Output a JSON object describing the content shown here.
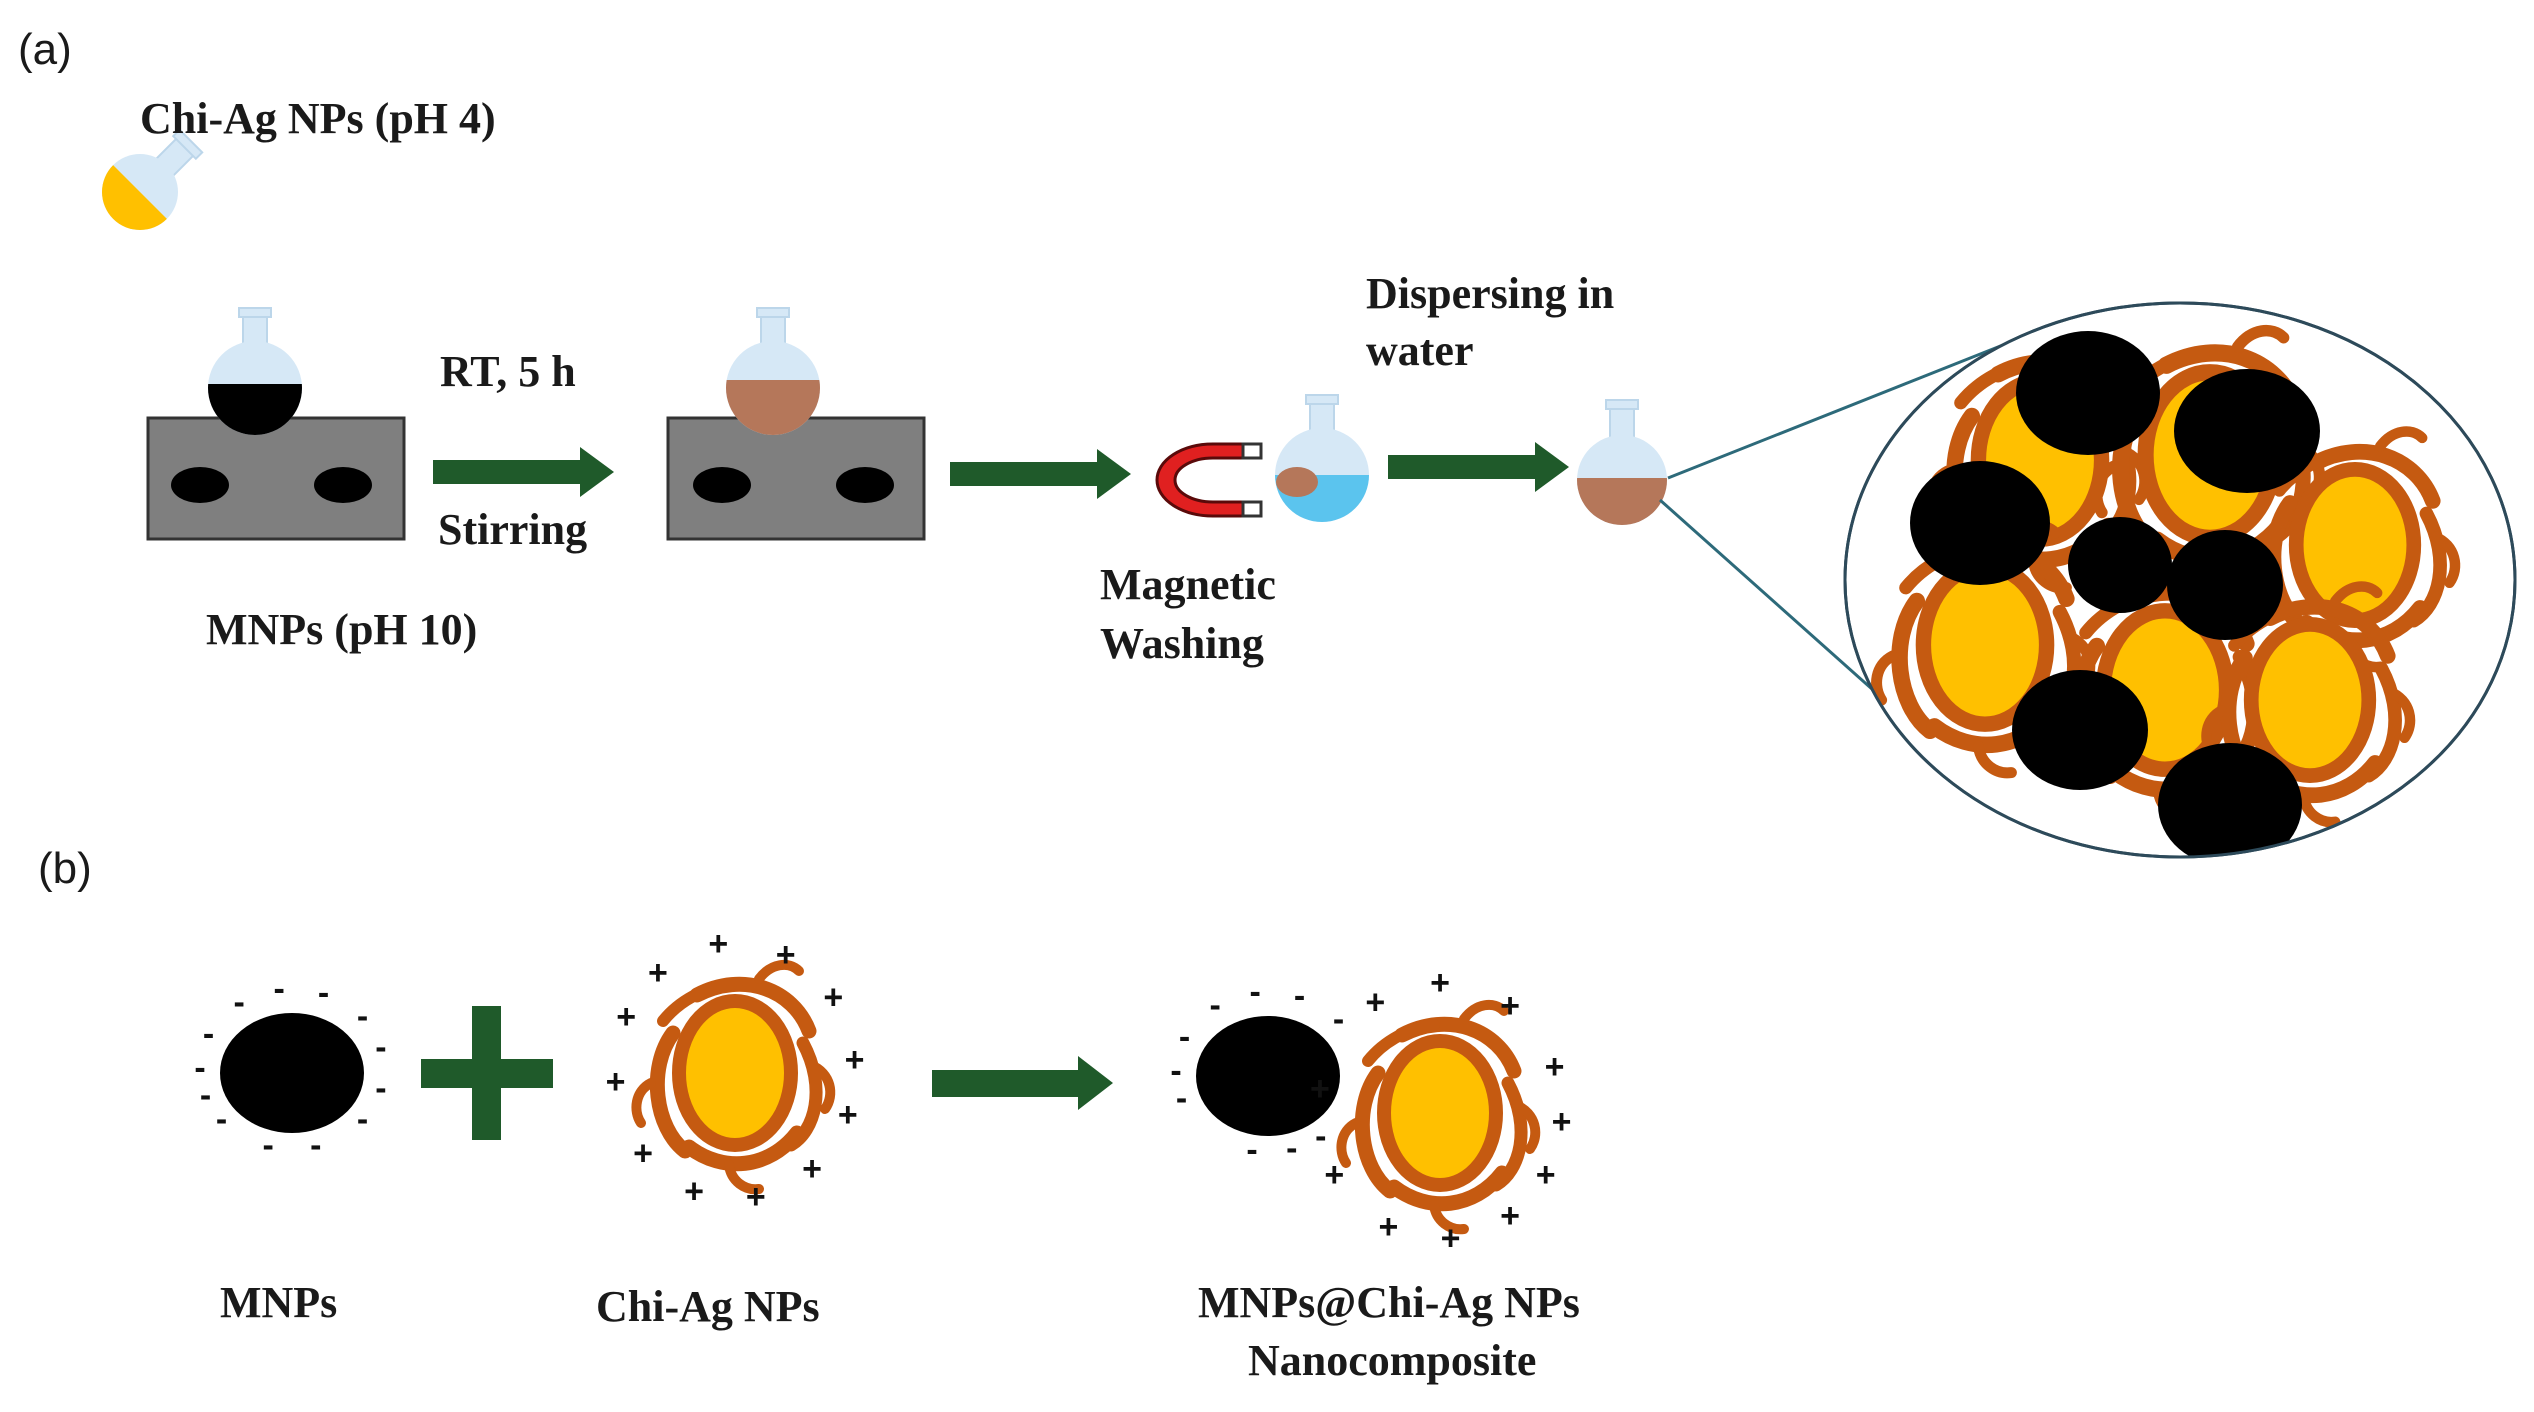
{
  "panel_a": {
    "label": "(a)",
    "chi_ag_label": "Chi-Ag NPs (pH 4)",
    "mnps_label": "MNPs (pH 10)",
    "step1_top": "RT, 5 h",
    "step1_bottom": "Stirring",
    "magnetic_line1": "Magnetic",
    "magnetic_line2": "Washing",
    "dispersing_line1": "Dispersing in",
    "dispersing_line2": "water"
  },
  "panel_b": {
    "label": "(b)",
    "mnps_label": "MNPs",
    "chi_ag_label": "Chi-Ag NPs",
    "product_line1": "MNPs@Chi-Ag NPs",
    "product_line2": "Nanocomposite",
    "negative_sign": "-",
    "positive_sign": "+"
  },
  "colors": {
    "arrow": "#1f5a2a",
    "magnetic_core": "#000000",
    "silver_core": "#ffc000",
    "chitosan_shell": "#c55a11",
    "stirrer": "#7f7f7f",
    "flask_glass": "#d6e8f6",
    "brown_liquid": "#b5775a",
    "water": "#5bc4ee",
    "magnet_red": "#e02020"
  }
}
